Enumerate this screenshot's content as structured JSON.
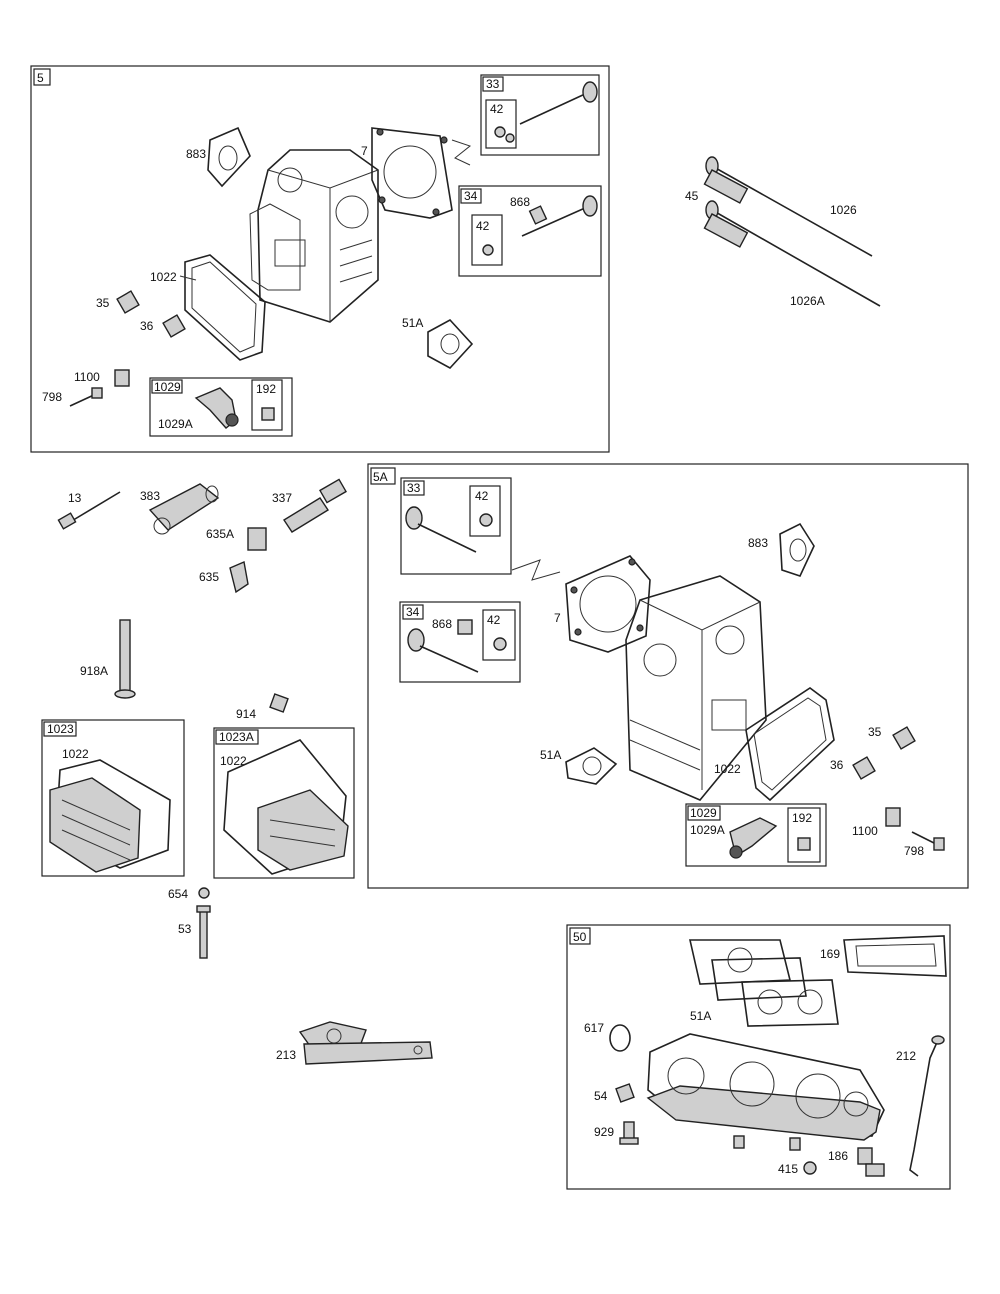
{
  "groups": {
    "g5": "5",
    "g5a": "5A",
    "g50": "50",
    "g1023": "1023",
    "g1023a": "1023A"
  },
  "labels": {
    "p883": "883",
    "p7": "7",
    "p33": "33",
    "p42": "42",
    "p34": "34",
    "p868": "868",
    "p42b": "42",
    "p1022": "1022",
    "p35": "35",
    "p36": "36",
    "p51A": "51A",
    "p1100": "1100",
    "p798": "798",
    "p1029": "1029",
    "p192": "192",
    "p1029A": "1029A",
    "p45": "45",
    "p1026": "1026",
    "p1026A": "1026A",
    "p13": "13",
    "p383": "383",
    "p337": "337",
    "p635A": "635A",
    "p635": "635",
    "p918A": "918A",
    "p914": "914",
    "p1022c": "1022",
    "p1022d": "1022",
    "p654": "654",
    "p53": "53",
    "p213": "213",
    "q33": "33",
    "q42": "42",
    "q34": "34",
    "q868": "868",
    "q42b": "42",
    "q7": "7",
    "q883": "883",
    "q51A": "51A",
    "q1022": "1022",
    "q35": "35",
    "q36": "36",
    "q1029": "1029",
    "q1029A": "1029A",
    "q192": "192",
    "q1100": "1100",
    "q798": "798",
    "r169": "169",
    "r51A": "51A",
    "r617": "617",
    "r212": "212",
    "r54": "54",
    "r929": "929",
    "r186": "186",
    "r415": "415"
  }
}
